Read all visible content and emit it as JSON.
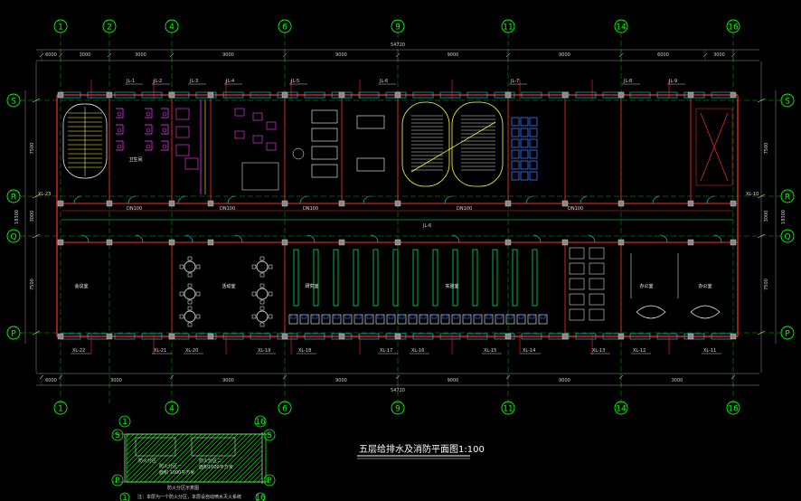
{
  "drawing": {
    "title": "五层给排水及消防平面图1:100",
    "background": "#000000",
    "colors": {
      "grid": "#00ff00",
      "wall": "#ff2a2a",
      "window": "#00e5ff",
      "magenta": "#ff3cff",
      "yellow": "#ffff33",
      "white": "#ffffff",
      "blue": "#3a7bff",
      "pipe": "#00ff66"
    },
    "axes_top": [
      "1",
      "2",
      "4",
      "6",
      "9",
      "11",
      "14",
      "16"
    ],
    "axes_bottom": [
      "1",
      "4",
      "6",
      "9",
      "11",
      "14",
      "16"
    ],
    "axes_left": [
      "S",
      "R",
      "Q",
      "P"
    ],
    "axes_right": [
      "S",
      "R",
      "Q",
      "P"
    ],
    "total_dim": "54720",
    "total_dim_bottom": "54720",
    "top_dims": [
      "6000",
      "3000",
      "3000",
      "9000",
      "9000",
      "9000",
      "9000",
      "6000",
      "3000"
    ],
    "bottom_dims": [
      "6000",
      "3000",
      "9000",
      "9000",
      "9000",
      "9000",
      "3000"
    ],
    "left_dims": [
      "7500",
      "3000",
      "7500"
    ],
    "right_dims": [
      "7500",
      "3000",
      "7500"
    ],
    "overall_height_dim": "18300",
    "riser_tags_top": [
      "JL-1",
      "JL-2",
      "JL-3",
      "JL-4",
      "JL-5",
      "JL-6",
      "JL-7",
      "JL-8",
      "JL-9"
    ],
    "riser_tags_bottom": [
      "XL-22",
      "XL-21",
      "XL-20",
      "XL-19",
      "XL-18",
      "XL-17",
      "XL-16",
      "XL-15",
      "XL-14",
      "XL-13",
      "XL-12",
      "XL-11"
    ],
    "pipe_tags": [
      "DN100",
      "DN100",
      "DN100",
      "DN100",
      "DN100"
    ],
    "corridor_tags": [
      "JL-6",
      "XL-10",
      "XL-23"
    ],
    "room_labels": [
      "卫生间",
      "会议室",
      "活动室",
      "研究室",
      "实验室",
      "办公室",
      "办公室"
    ],
    "key_plan": {
      "axes_top": [
        "1",
        "16"
      ],
      "axes_side": [
        "S",
        "P"
      ],
      "axes_bottom": [
        "1",
        "16"
      ],
      "title": "防火分区示意图",
      "notes": [
        "防火分区",
        "防火分区一",
        "防火分区二",
        "面积 1000平方米",
        "面积1000平方米"
      ],
      "footnote": "注：本层为一个防火分区，本层设自动喷水灭火系统"
    }
  }
}
